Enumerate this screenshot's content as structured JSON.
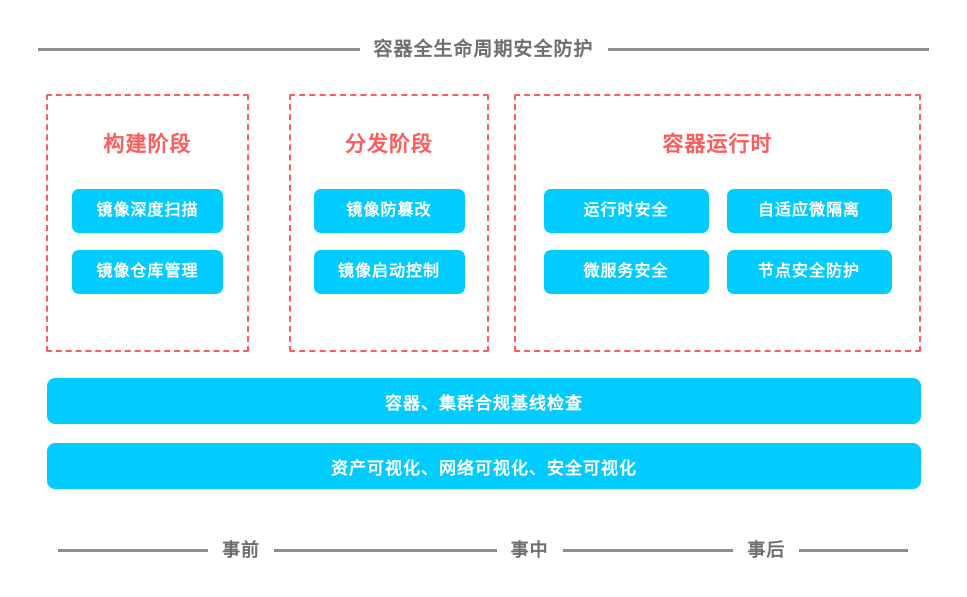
{
  "header": {
    "title": "容器全生命周期安全防护",
    "rule_color": "#8d8d8d",
    "text_color": "#6e6e6e"
  },
  "theme": {
    "accent_cyan": "#00ccff",
    "accent_red": "#ff5b5b",
    "background": "#ffffff",
    "chip_text": "#ffffff"
  },
  "panels": [
    {
      "title": "构建阶段",
      "chips": [
        {
          "label": "镜像深度扫描"
        },
        {
          "label": "镜像仓库管理"
        }
      ]
    },
    {
      "title": "分发阶段",
      "chips": [
        {
          "label": "镜像防篡改"
        },
        {
          "label": "镜像启动控制"
        }
      ]
    },
    {
      "title": "容器运行时",
      "chips": [
        {
          "label": "运行时安全"
        },
        {
          "label": "自适应微隔离"
        },
        {
          "label": "微服务安全"
        },
        {
          "label": "节点安全防护"
        }
      ]
    }
  ],
  "bars": [
    {
      "label": "容器、集群合规基线检查"
    },
    {
      "label": "资产可视化、网络可视化、安全可视化"
    }
  ],
  "timeline": {
    "stages": [
      {
        "label": "事前"
      },
      {
        "label": "事中"
      },
      {
        "label": "事后"
      }
    ]
  }
}
